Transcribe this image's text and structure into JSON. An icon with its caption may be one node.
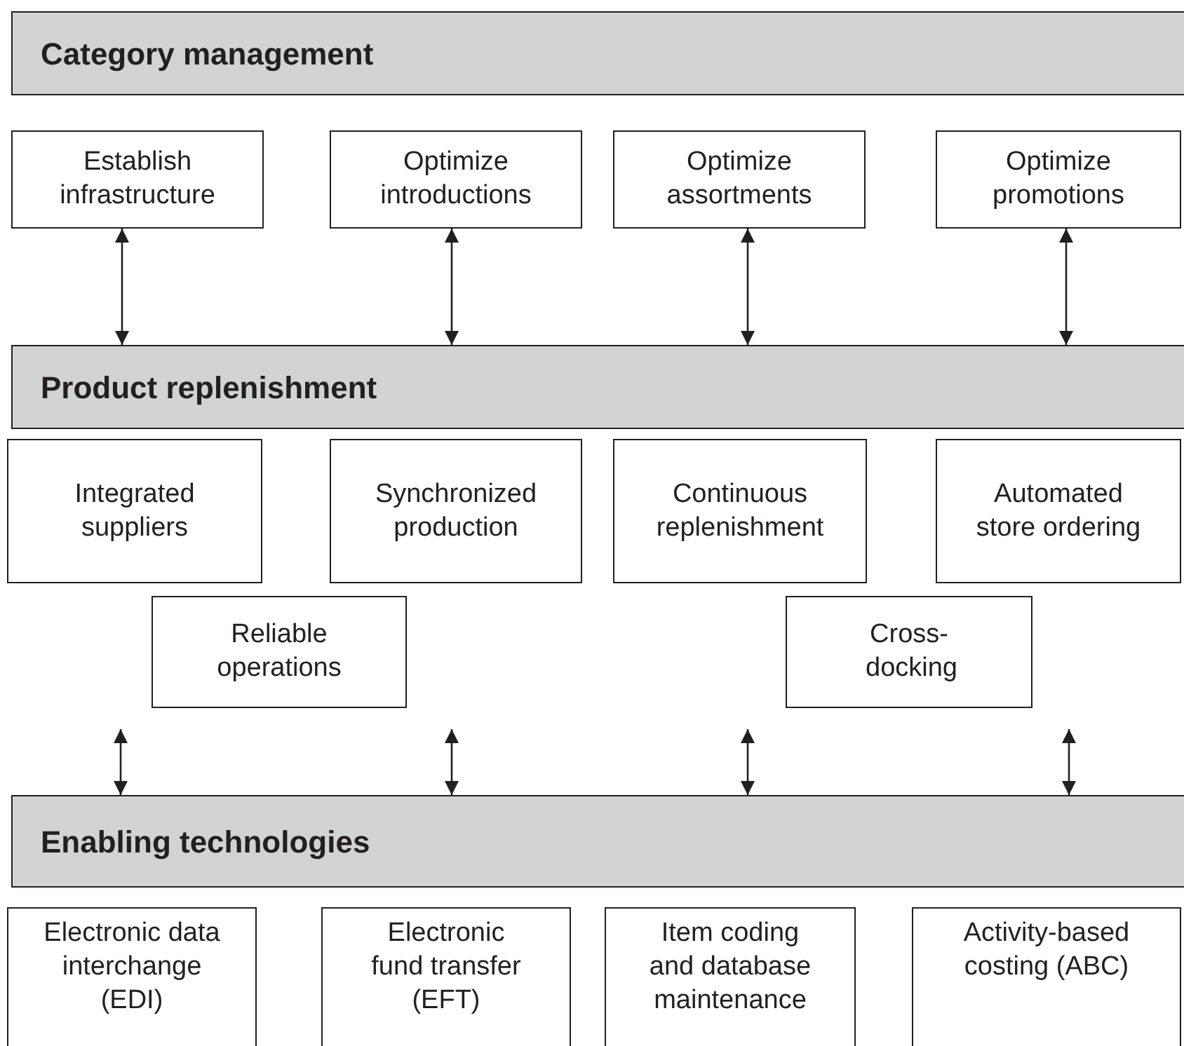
{
  "diagram": {
    "nodes": [
      {
        "text": [
          "Category management"
        ]
      },
      {
        "text": [
          "Establish infrastructure"
        ]
      },
      {
        "text": [
          "Optimize introductions"
        ]
      },
      {
        "text": [
          "Optimize assortments"
        ]
      },
      {
        "text": [
          "Optimize promotions"
        ]
      },
      {
        "text": [
          "Product replenishment"
        ]
      },
      {
        "text": [
          "Integrated suppliers"
        ]
      },
      {
        "text": [
          "Synchronized production"
        ]
      },
      {
        "text": [
          "Continuous replenishment"
        ]
      },
      {
        "text": [
          "Automated store ordering"
        ]
      },
      {
        "text": [
          "Reliable operations"
        ]
      },
      {
        "text": [
          "Cross-docking"
        ]
      },
      {
        "text": [
          "Enabling technologies"
        ]
      },
      {
        "text": [
          "Electronic data interchange (EDI)"
        ]
      },
      {
        "text": [
          "Electronic fund transfer (EFT)"
        ]
      },
      {
        "text": [
          "Item coding and database maintenance"
        ]
      },
      {
        "text": [
          "Activity-based costing (ABC)"
        ]
      }
    ],
    "edges": [
      {
        "from": 1,
        "to": 5,
        "arrow": "both"
      },
      {
        "from": 2,
        "to": 5,
        "arrow": "both"
      },
      {
        "from": 3,
        "to": 5,
        "arrow": "both"
      },
      {
        "from": 4,
        "to": 5,
        "arrow": "both"
      },
      {
        "from": null,
        "to": 12,
        "arrow": "both"
      },
      {
        "from": null,
        "to": 12,
        "arrow": "both"
      },
      {
        "from": null,
        "to": 12,
        "arrow": "both"
      },
      {
        "from": null,
        "to": 12,
        "arrow": "both"
      }
    ]
  }
}
